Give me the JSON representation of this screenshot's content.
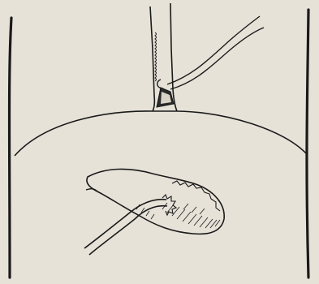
{
  "illustration": {
    "kind": "anatomical line drawing",
    "background_color": "#e6e2d8",
    "ink_color": "#1a1a1a",
    "depicted_parts": [
      "esophagus-tube",
      "neck-incision-with-ligature",
      "diaphragm-line",
      "torso-outline",
      "stomach",
      "gastrostomy-tube"
    ]
  }
}
